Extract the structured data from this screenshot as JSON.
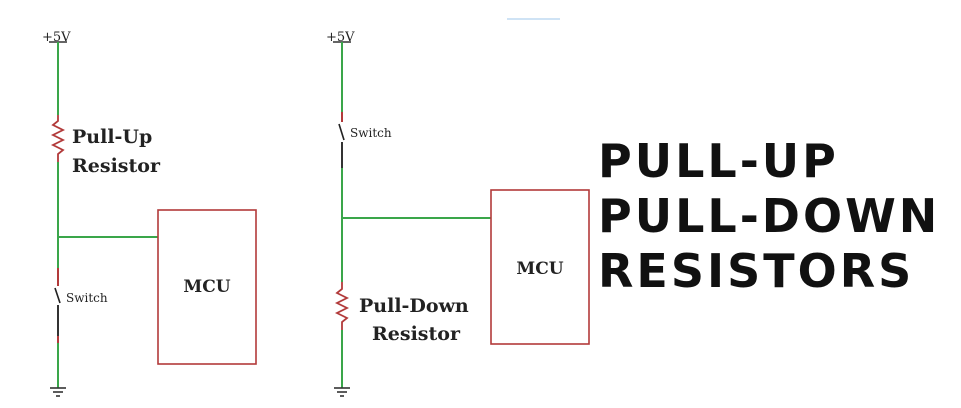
{
  "left_circuit": {
    "supply": "+5V",
    "resistor_label_line1": "Pull-Up",
    "resistor_label_line2": "Resistor",
    "switch_label": "Switch",
    "mcu_label": "MCU"
  },
  "right_circuit": {
    "supply": "+5V",
    "switch_label": "Switch",
    "resistor_label_line1": "Pull-Down",
    "resistor_label_line2": "Resistor",
    "mcu_label": "MCU"
  },
  "heading": {
    "line1": "PULL-UP",
    "line2": "PULL-DOWN",
    "line3": "RESISTORS"
  },
  "colors": {
    "wire": "#3aa64a",
    "component": "#b23a3a",
    "mcu_border": "#b23a3a",
    "ground": "#333333"
  }
}
